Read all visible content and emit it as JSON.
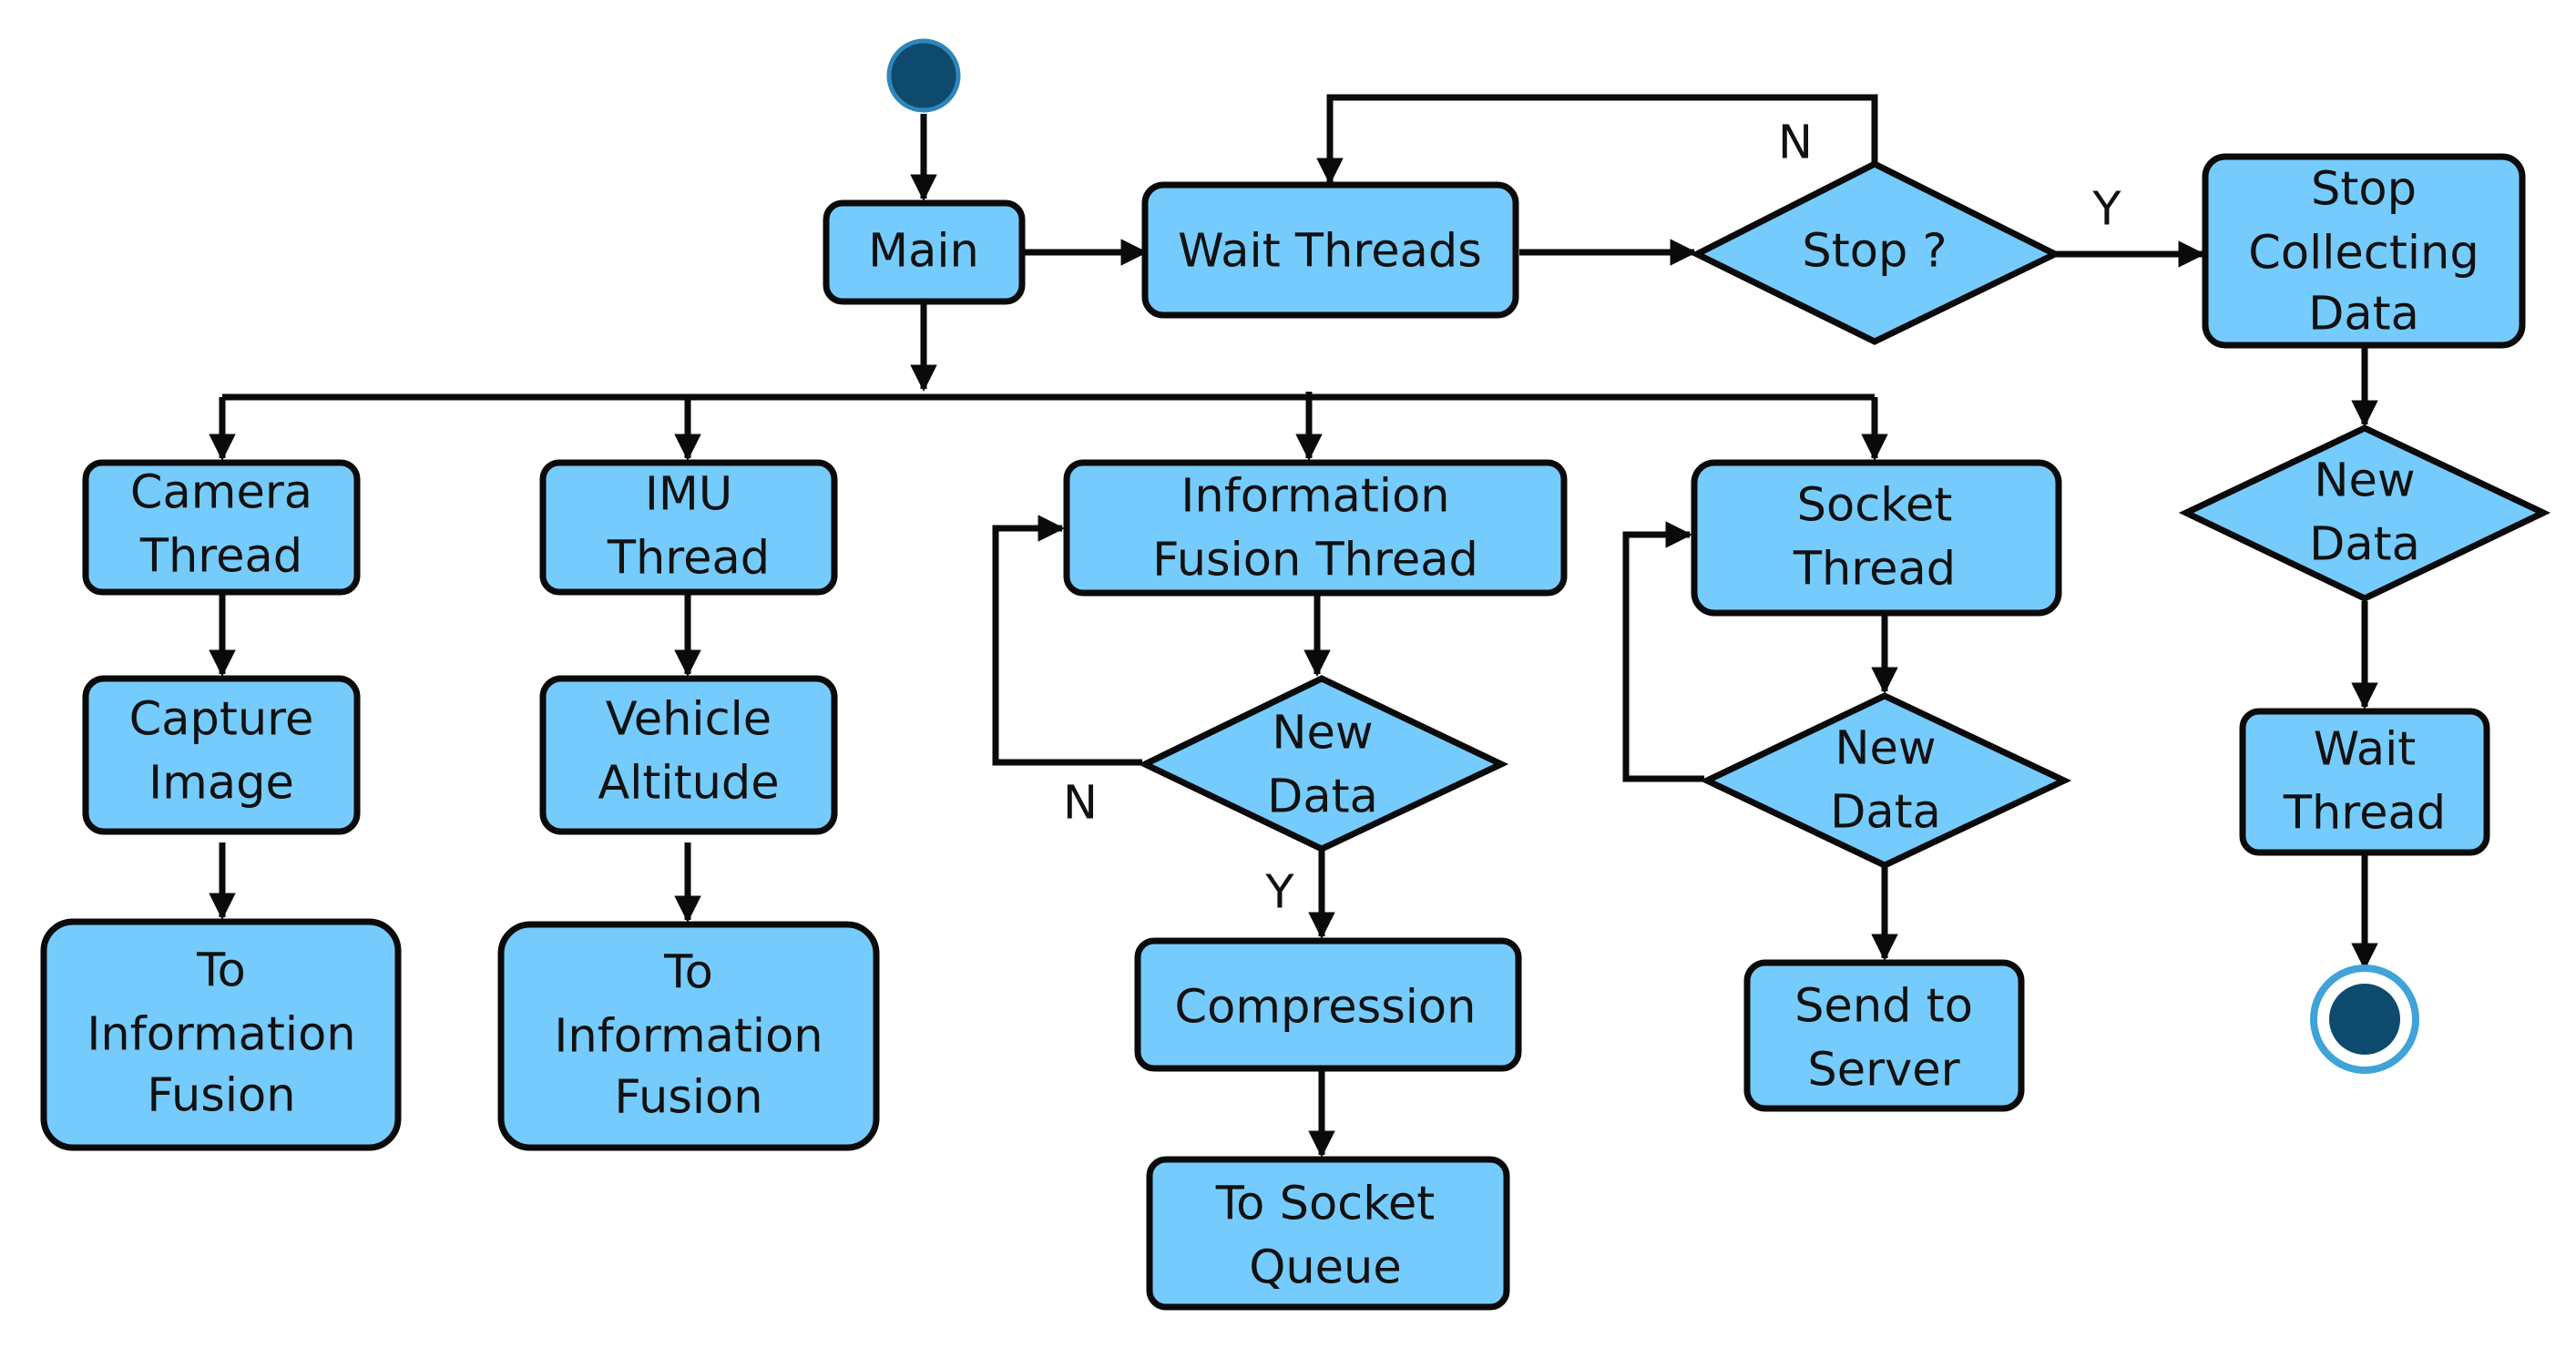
{
  "colors": {
    "node_fill": "#75cbfc",
    "node_stroke": "#0a0a0a",
    "start_fill": "#0d4a6e",
    "end_ring": "#3fa3d8",
    "edge": "#0a0a0a"
  },
  "nodes": {
    "main": {
      "lines": [
        "Main"
      ]
    },
    "wait_threads": {
      "lines": [
        "Wait Threads"
      ]
    },
    "stop_decision": {
      "lines": [
        "Stop ?"
      ]
    },
    "stop_collecting": {
      "lines": [
        "Stop",
        "Collecting",
        "Data"
      ]
    },
    "camera_thread": {
      "lines": [
        "Camera",
        "Thread"
      ]
    },
    "capture_image": {
      "lines": [
        "Capture",
        "Image"
      ]
    },
    "to_fusion_cam": {
      "lines": [
        "To",
        "Information",
        "Fusion"
      ]
    },
    "imu_thread": {
      "lines": [
        "IMU",
        "Thread"
      ]
    },
    "vehicle_altitude": {
      "lines": [
        "Vehicle",
        "Altitude"
      ]
    },
    "to_fusion_imu": {
      "lines": [
        "To",
        "Information",
        "Fusion"
      ]
    },
    "fusion_thread": {
      "lines": [
        "Information",
        "Fusion Thread"
      ]
    },
    "fusion_new_data": {
      "lines": [
        "New",
        "Data"
      ]
    },
    "compression": {
      "lines": [
        "Compression"
      ]
    },
    "to_socket_queue": {
      "lines": [
        "To Socket",
        "Queue"
      ]
    },
    "socket_thread": {
      "lines": [
        "Socket",
        "Thread"
      ]
    },
    "socket_new_data": {
      "lines": [
        "New",
        "Data"
      ]
    },
    "send_to_server": {
      "lines": [
        "Send to",
        "Server"
      ]
    },
    "stop_new_data": {
      "lines": [
        "New",
        "Data"
      ]
    },
    "wait_thread": {
      "lines": [
        "Wait",
        "Thread"
      ]
    }
  },
  "edge_labels": {
    "stop_no": "N",
    "stop_yes": "Y",
    "fusion_no": "N",
    "fusion_yes": "Y"
  }
}
